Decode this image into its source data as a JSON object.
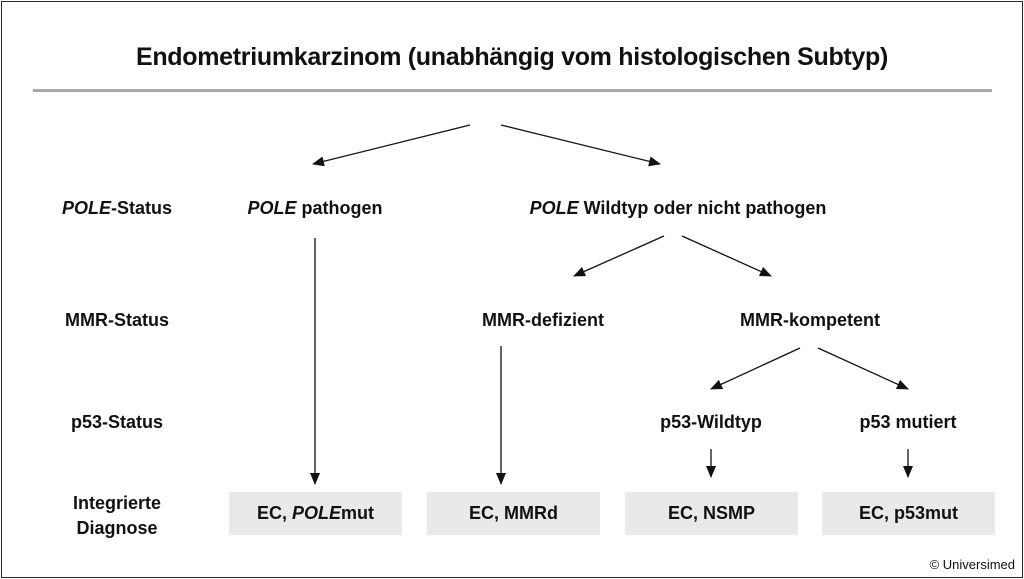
{
  "title": "Endometriumkarzinom (unabhängig vom histologischen Subtyp)",
  "row_labels": {
    "pole_status_italic": "POLE",
    "pole_status_rest": "-Status",
    "mmr_status": "MMR-Status",
    "p53_status": "p53-Status",
    "diagnosis_line1": "Integrierte",
    "diagnosis_line2": "Diagnose"
  },
  "nodes": {
    "pole_pathogen_italic": "POLE",
    "pole_pathogen_rest": " pathogen",
    "pole_wildtype_italic": "POLE",
    "pole_wildtype_rest": " Wildtyp oder nicht pathogen",
    "mmr_deficient": "MMR-defizient",
    "mmr_competent": "MMR-kompetent",
    "p53_wildtype": "p53-Wildtyp",
    "p53_mutated": "p53 mutiert"
  },
  "diagnoses": {
    "ec_polemut_prefix": "EC, ",
    "ec_polemut_italic": "POLE",
    "ec_polemut_suffix": "mut",
    "ec_mmrd": "EC, MMRd",
    "ec_nsmp": "EC, NSMP",
    "ec_p53mut": "EC, p53mut"
  },
  "copyright": "© Universimed"
}
